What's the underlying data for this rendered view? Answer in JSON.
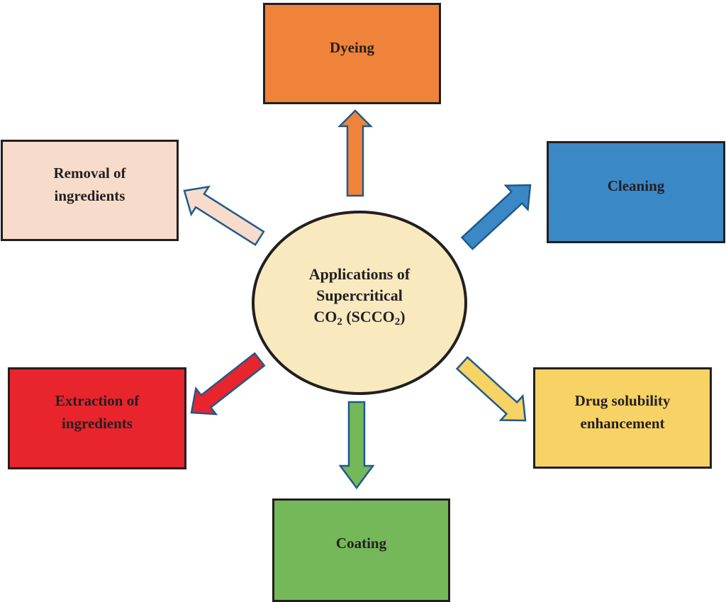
{
  "title": "Applications of Supercritical CO2 (SCCO2)",
  "hub": {
    "lines": [
      "Applications of",
      "Supercritical"
    ],
    "formula": {
      "prefix": "CO",
      "sub1": "2",
      "middle": " (SCCO",
      "sub2": "2",
      "suffix": ")"
    },
    "fill": "#f8e9bf"
  },
  "applications": [
    {
      "id": "dyeing",
      "lines": [
        "Dyeing"
      ],
      "fill": "#f0833a",
      "direction": "up"
    },
    {
      "id": "cleaning",
      "lines": [
        "Cleaning"
      ],
      "fill": "#3a88c6",
      "direction": "up-right"
    },
    {
      "id": "drug-solubility",
      "lines": [
        "Drug solubility",
        "enhancement"
      ],
      "fill": "#f7d264",
      "direction": "down-right"
    },
    {
      "id": "coating",
      "lines": [
        "Coating"
      ],
      "fill": "#75b85a",
      "direction": "down"
    },
    {
      "id": "extraction",
      "lines": [
        "Extraction of",
        "ingredients"
      ],
      "fill": "#e8242c",
      "direction": "down-left"
    },
    {
      "id": "removal",
      "lines": [
        "Removal of",
        "ingredients"
      ],
      "fill": "#f8dccb",
      "direction": "up-left"
    }
  ],
  "arrow_outline": "#1f5a8a"
}
